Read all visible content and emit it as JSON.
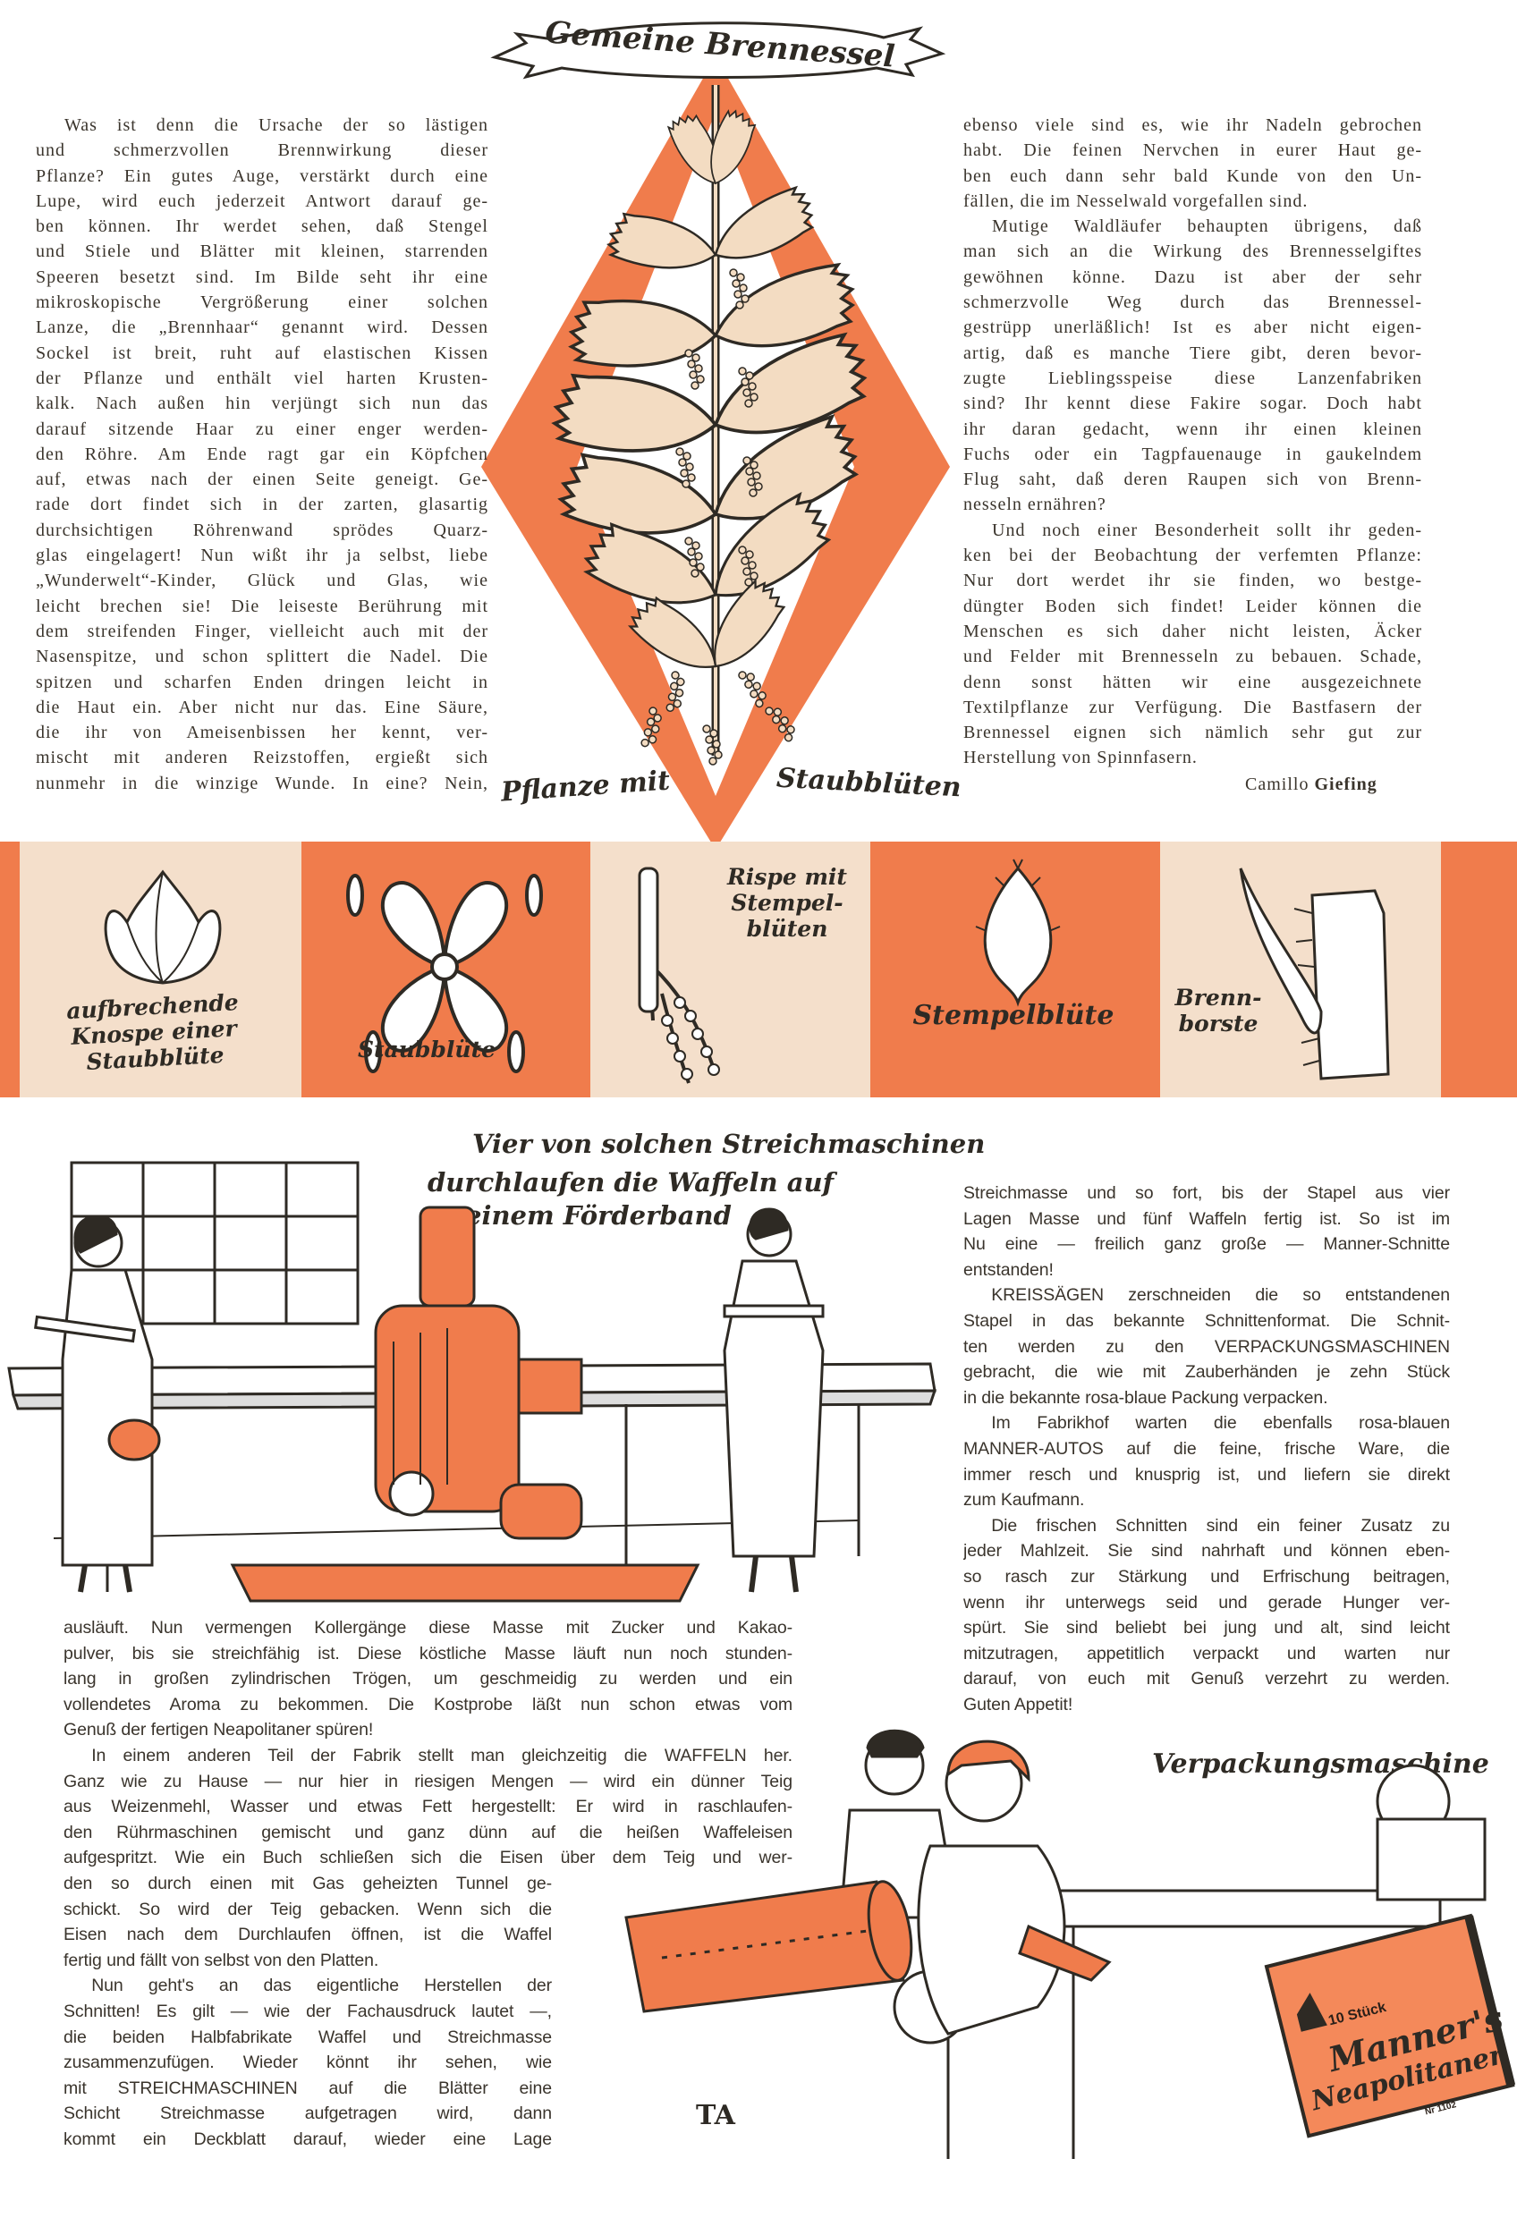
{
  "colors": {
    "accent_orange": "#f07c4c",
    "beige": "#f4dfcb",
    "ink": "#3a342c"
  },
  "article1": {
    "title": "Gemeine Brennessel",
    "plant_caption_left": "Pflanze mit",
    "plant_caption_right": "Staubblüten",
    "left_column": [
      [
        "Was ist denn die Ursache der so lästigen",
        "und schmerzvollen Brennwirkung dieser",
        "Pflanze? Ein gutes Auge, verstärkt durch eine",
        "Lupe, wird euch jederzeit Antwort darauf ge-",
        "ben können. Ihr werdet sehen, daß Stengel",
        "und Stiele und Blätter mit kleinen, starrenden",
        "Speeren besetzt sind. Im Bilde seht ihr eine",
        "mikroskopische Vergrößerung einer solchen",
        "Lanze, die „Brennhaar“ genannt wird. Dessen",
        "Sockel ist breit, ruht auf elastischen Kissen",
        "der Pflanze und enthält viel harten Krusten-",
        "kalk. Nach außen hin verjüngt sich nun das",
        "darauf sitzende Haar zu einer enger werden-",
        "den Röhre. Am Ende ragt gar ein Köpfchen",
        "auf, etwas nach der einen Seite geneigt. Ge-",
        "rade dort findet sich in der zarten, glasartig",
        "durchsichtigen Röhrenwand sprödes Quarz-",
        "glas eingelagert! Nun wißt ihr ja selbst, liebe",
        "„Wunderwelt“-Kinder, Glück und Glas, wie",
        "leicht brechen sie! Die leiseste Berührung mit",
        "dem streifenden Finger, vielleicht auch mit der",
        "Nasenspitze, und schon splittert die Nadel. Die",
        "spitzen und scharfen Enden dringen leicht in",
        "die Haut ein. Aber nicht nur das. Eine Säure,",
        "die ihr von Ameisenbissen her kennt, ver-",
        "mischt mit anderen Reizstoffen, ergießt sich",
        "nunmehr in die winzige Wunde. In eine? Nein,"
      ]
    ],
    "right_column": [
      [
        "ebenso viele sind es, wie ihr Nadeln gebrochen",
        "habt. Die feinen Nervchen in eurer Haut ge-",
        "ben euch dann sehr bald Kunde von den Un-",
        "fällen, die im Nesselwald vorgefallen sind."
      ],
      [
        "Mutige Waldläufer behaupten übrigens, daß",
        "man sich an die Wirkung des Brennesselgiftes",
        "gewöhnen könne. Dazu ist aber der sehr",
        "schmerzvolle Weg durch das Brennessel-",
        "gestrüpp unerläßlich! Ist es aber nicht eigen-",
        "artig, daß es manche Tiere gibt, deren bevor-",
        "zugte Lieblingsspeise diese Lanzenfabriken",
        "sind? Ihr kennt diese Fakire sogar. Doch habt",
        "ihr daran gedacht, wenn ihr einen kleinen",
        "Fuchs oder ein Tagpfauenauge in gaukelndem",
        "Flug saht, daß deren Raupen sich von Brenn-",
        "nesseln ernähren?"
      ],
      [
        "Und noch einer Besonderheit sollt ihr geden-",
        "ken bei der Beobachtung der verfemten Pflanze:",
        "Nur dort werdet ihr sie finden, wo bestge-",
        "düngter Boden sich findet! Leider können die",
        "Menschen es sich daher nicht leisten, Äcker",
        "und Felder mit Brennesseln zu bebauen. Schade,",
        "denn sonst hätten wir eine ausgezeichnete",
        "Textilpflanze zur Verfügung. Die Bastfasern der",
        "Brennessel eignen sich nämlich sehr gut zur",
        "Herstellung von Spinnfasern."
      ]
    ],
    "author_first": "Camillo",
    "author_last": "Giefing"
  },
  "strip": {
    "panels": [
      {
        "label": "aufbrechende Knospe einer Staubblüte"
      },
      {
        "label": "Staubblüte"
      },
      {
        "label": "Rispe mit Stempel-blüten"
      },
      {
        "label": "Stempelblüte"
      },
      {
        "label": "Brenn-borste"
      }
    ]
  },
  "article2": {
    "machine_caption_1": "Vier von solchen Streichmaschinen",
    "machine_caption_2": "durchlaufen die Waffeln auf",
    "machine_caption_3": "einem Förderband",
    "packing_caption": "Verpackungsmaschine",
    "package_count": "10 Stück",
    "package_brand_1": "Manner's",
    "package_brand_2": "Neapolitaner",
    "package_number": "Nr 1102",
    "artist_signature": "TA",
    "right_column": [
      [
        "Streichmasse und so fort, bis der Stapel aus vier",
        "Lagen Masse und fünf Waffeln fertig ist. So ist im",
        "Nu eine — freilich ganz große — Manner-Schnitte",
        "entstanden!"
      ],
      [
        "KREISSÄGEN zerschneiden die so entstandenen",
        "Stapel in das bekannte Schnittenformat. Die Schnit-",
        "ten werden zu den VERPACKUNGSMASCHINEN",
        "gebracht, die wie mit Zauberhänden je zehn Stück",
        "in die bekannte rosa-blaue Packung verpacken."
      ],
      [
        "Im Fabrikhof warten die ebenfalls rosa-blauen",
        "MANNER-AUTOS auf die feine, frische Ware, die",
        "immer resch und knusprig ist, und liefern sie direkt",
        "zum Kaufmann."
      ],
      [
        "Die frischen Schnitten sind ein feiner Zusatz zu",
        "jeder Mahlzeit. Sie sind nahrhaft und können eben-",
        "so rasch zur Stärkung und Erfrischung beitragen,",
        "wenn ihr unterwegs seid und gerade Hunger ver-",
        "spürt. Sie sind beliebt bei jung und alt, sind leicht",
        "mitzutragen, appetitlich verpackt und warten nur",
        "darauf, von euch mit Genuß verzehrt zu werden.",
        "Guten Appetit!"
      ]
    ],
    "left_column_wide": [
      [
        "ausläuft. Nun vermengen Kollergänge diese Masse mit Zucker und Kakao-",
        "pulver, bis sie streichfähig ist. Diese köstliche Masse läuft nun noch stunden-",
        "lang in großen zylindrischen Trögen, um geschmeidig zu werden und ein",
        "vollendetes Aroma zu bekommen. Die Kostprobe läßt nun schon etwas vom",
        "Genuß der fertigen Neapolitaner spüren!"
      ],
      [
        "In einem anderen Teil der Fabrik stellt man gleichzeitig die WAFFELN her.",
        "Ganz wie zu Hause — nur hier in riesigen Mengen — wird ein dünner Teig",
        "aus Weizenmehl, Wasser und etwas Fett hergestellt: Er wird in raschlaufen-",
        "den Rührmaschinen gemischt und ganz dünn auf die heißen Waffeleisen",
        "aufgespritzt. Wie ein Buch schließen sich die Eisen über dem Teig und wer-"
      ]
    ],
    "left_column_narrow": [
      [
        "den so durch einen mit Gas geheizten Tunnel ge-",
        "schickt. So wird der Teig gebacken. Wenn sich die",
        "Eisen nach dem Durchlaufen öffnen, ist die Waffel",
        "fertig und fällt von selbst von den Platten."
      ],
      [
        "Nun geht's an das eigentliche Herstellen der",
        "Schnitten! Es gilt — wie der Fachausdruck lautet —,",
        "die beiden Halbfabrikate Waffel und Streichmasse",
        "zusammenzufügen. Wieder könnt ihr sehen, wie",
        "mit STREICHMASCHINEN auf die Blätter eine",
        "Schicht Streichmasse aufgetragen wird, dann",
        "kommt ein Deckblatt darauf, wieder eine Lage"
      ]
    ]
  }
}
